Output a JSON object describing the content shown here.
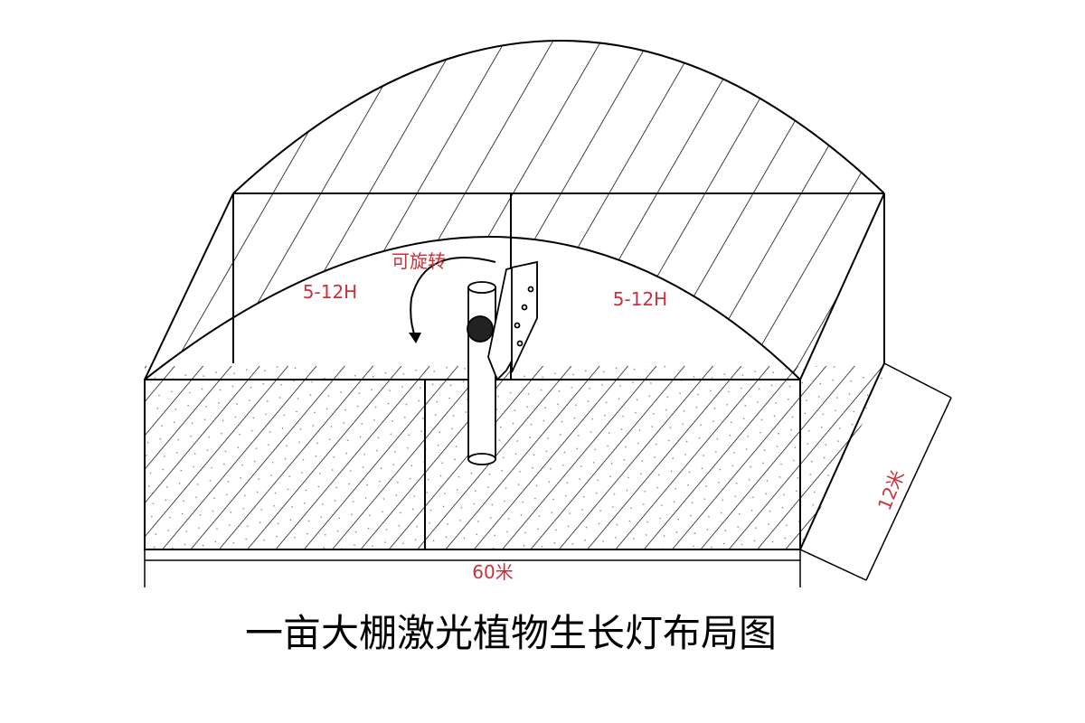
{
  "diagram": {
    "title": "一亩大棚激光植物生长灯布局图",
    "rotate_label": "可旋转",
    "left_duration": "5-12H",
    "right_duration": "5-12H",
    "length_label": "60米",
    "width_label": "12米",
    "label_color": "#c8323c"
  }
}
